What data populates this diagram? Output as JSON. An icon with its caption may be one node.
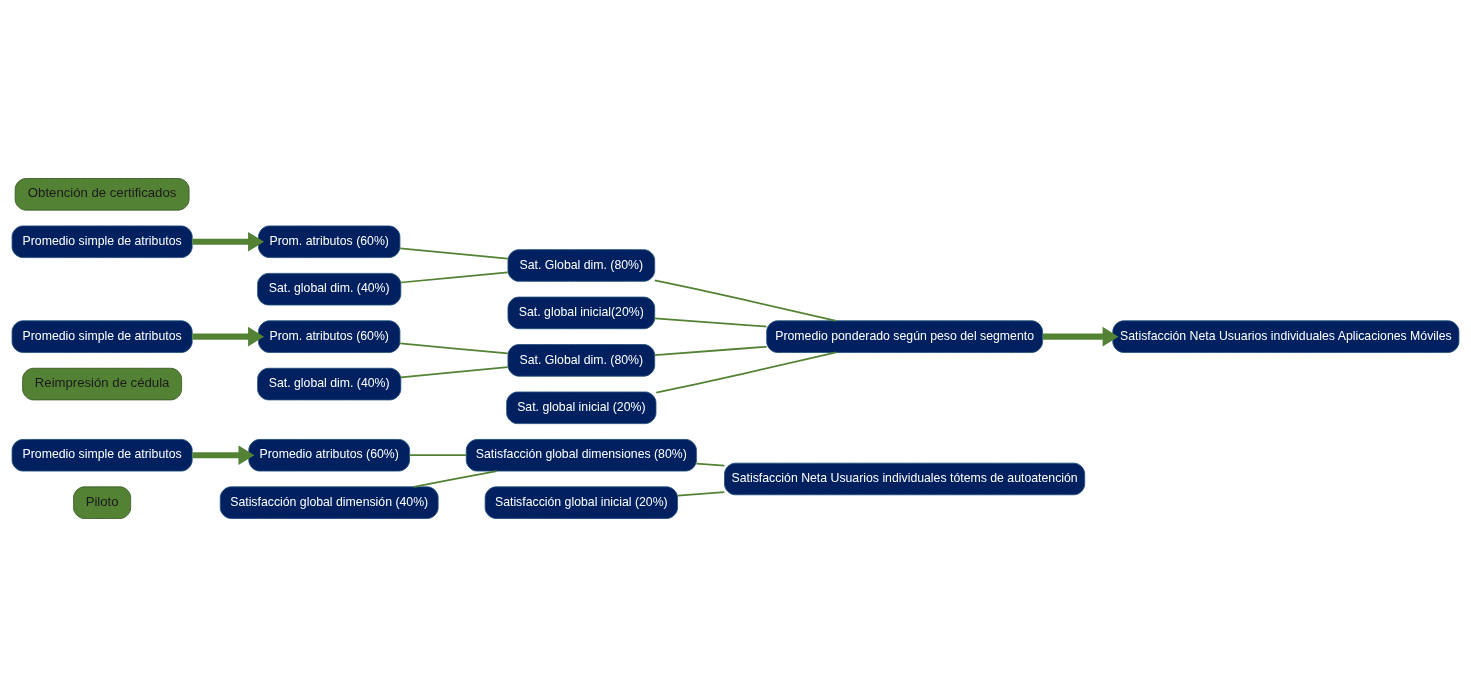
{
  "diagram": {
    "nodes": [
      {
        "text": [
          "Piloto"
        ]
      },
      {
        "text": [
          "Promedio simple de atributos"
        ]
      },
      {
        "text": [
          "Promedio atributos (60%)"
        ]
      },
      {
        "text": [
          "Satisfacción global dimensión (40%)"
        ]
      },
      {
        "text": [
          "Satisfacción global dimensiones (80%)"
        ]
      },
      {
        "text": [
          "Satisfacción global inicial (20%)"
        ]
      },
      {
        "text": [
          "Satisfacción Neta Usuarios individuales tótems de autoatención"
        ]
      },
      {
        "text": [
          "Reimpresión de cédula"
        ]
      },
      {
        "text": [
          "Promedio simple de atributos"
        ]
      },
      {
        "text": [
          "Prom. atributos (60%)"
        ]
      },
      {
        "text": [
          "Sat. global dim. (40%)"
        ]
      },
      {
        "text": [
          "Sat. Global dim. (80%)"
        ]
      },
      {
        "text": [
          "Sat. global inicial(20%)"
        ]
      },
      {
        "text": [
          "Obtención de certificados"
        ]
      },
      {
        "text": [
          "Promedio simple de atributos"
        ]
      },
      {
        "text": [
          "Prom. atributos (60%)"
        ]
      },
      {
        "text": [
          "Sat. global dim. (40%)"
        ]
      },
      {
        "text": [
          "Sat. Global dim. (80%)"
        ]
      },
      {
        "text": [
          "Sat. global inicial (20%)"
        ]
      },
      {
        "text": [
          "Promedio ponderado según peso del segmento"
        ]
      },
      {
        "text": [
          "Satisfacción Neta Usuarios individuales Aplicaciones Móviles"
        ]
      }
    ],
    "edges": [
      {
        "from": 1,
        "to": 2,
        "arrow": "to",
        "style": "thick"
      },
      {
        "from": 2,
        "to": 4,
        "arrow": "none"
      },
      {
        "from": 3,
        "to": 4,
        "arrow": "none"
      },
      {
        "from": 4,
        "to": 6,
        "arrow": "none"
      },
      {
        "from": 5,
        "to": 6,
        "arrow": "none"
      },
      {
        "from": 8,
        "to": 9,
        "arrow": "to",
        "style": "thick"
      },
      {
        "from": 9,
        "to": 11,
        "arrow": "none"
      },
      {
        "from": 10,
        "to": 11,
        "arrow": "none"
      },
      {
        "from": 14,
        "to": 15,
        "arrow": "to",
        "style": "thick"
      },
      {
        "from": 15,
        "to": 17,
        "arrow": "none"
      },
      {
        "from": 16,
        "to": 17,
        "arrow": "none"
      },
      {
        "from": 11,
        "to": 19,
        "arrow": "none"
      },
      {
        "from": 12,
        "to": 19,
        "arrow": "none"
      },
      {
        "from": 17,
        "to": 19,
        "arrow": "none"
      },
      {
        "from": 18,
        "to": 19,
        "arrow": "none"
      },
      {
        "from": 19,
        "to": 20,
        "arrow": "to",
        "style": "thick"
      }
    ]
  }
}
